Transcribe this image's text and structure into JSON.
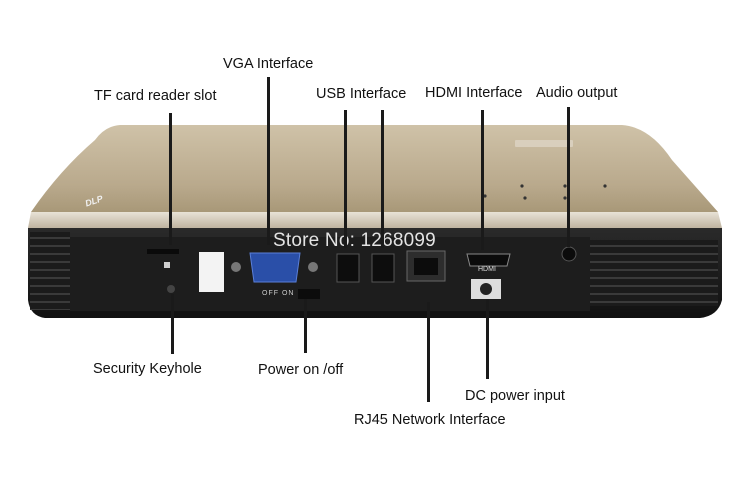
{
  "labels": {
    "vga": "VGA Interface",
    "tf": "TF card reader slot",
    "usb": "USB Interface",
    "hdmi": "HDMI Interface",
    "audio": "Audio output",
    "keyhole": "Security Keyhole",
    "power": "Power on /off",
    "dc": "DC power input",
    "rj45": "RJ45 Network Interface"
  },
  "device": {
    "logo": "DLP",
    "hdmi_port_label": "HDMI",
    "switch_label": "OFF ON"
  },
  "watermark": "Store No: 1268099",
  "colors": {
    "top_shell": "#c7b79c",
    "body": "#222222",
    "vga_port": "#2f56b8"
  }
}
